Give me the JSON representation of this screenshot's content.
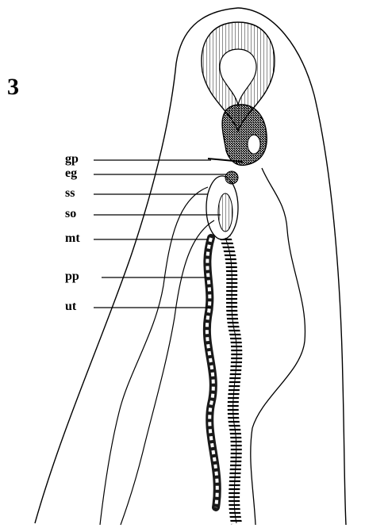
{
  "figure": {
    "number": "3"
  },
  "labels": [
    {
      "key": "gp",
      "text": "gp"
    },
    {
      "key": "eg",
      "text": "eg"
    },
    {
      "key": "ss",
      "text": "ss"
    },
    {
      "key": "so",
      "text": "so"
    },
    {
      "key": "mt",
      "text": "mt"
    },
    {
      "key": "pp",
      "text": "pp"
    },
    {
      "key": "ut",
      "text": "ut"
    }
  ],
  "colors": {
    "ink": "#000000",
    "paper": "#ffffff"
  }
}
